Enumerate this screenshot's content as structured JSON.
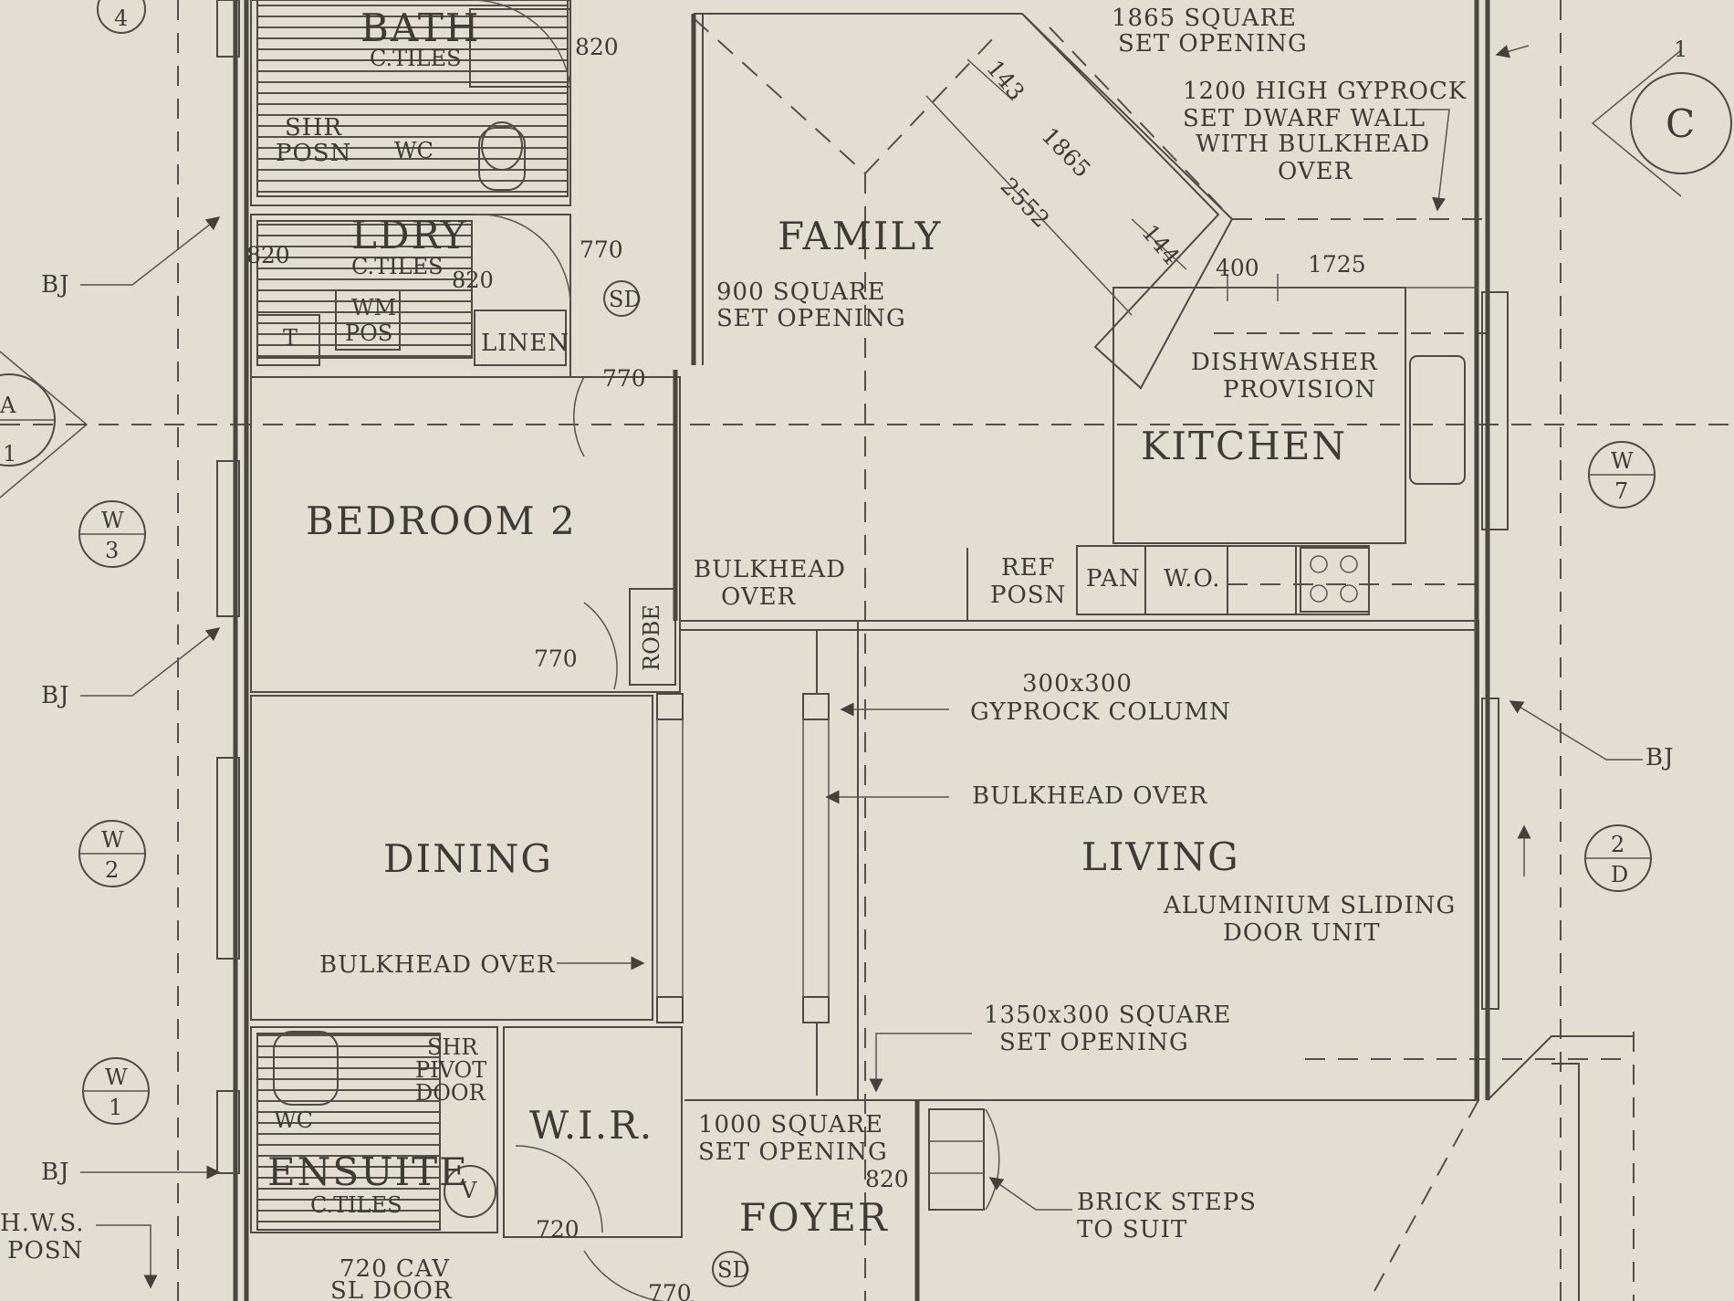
{
  "rooms": {
    "bath": "BATH",
    "bath_finish": "C.TILES",
    "laundry": "LDRY",
    "laundry_finish": "C.TILES",
    "bedroom2": "BEDROOM 2",
    "dining": "DINING",
    "family": "FAMILY",
    "kitchen": "KITCHEN",
    "living": "LIVING",
    "ensuite": "ENSUITE",
    "ensuite_finish": "C.TILES",
    "wir": "W.I.R.",
    "foyer": "FOYER"
  },
  "fixtures": {
    "shr_posn_1": "SHR",
    "shr_posn_2": "POSN",
    "wc_bath": "WC",
    "wm_pos_1": "WM",
    "wm_pos_2": "POS",
    "trough": "T",
    "linen": "LINEN",
    "robe": "ROBE",
    "dishwasher_1": "DISHWASHER",
    "dishwasher_2": "PROVISION",
    "ref_posn_1": "REF",
    "ref_posn_2": "POSN",
    "pantry": "PAN",
    "wall_oven": "W.O.",
    "shr_pivot_1": "SHR",
    "shr_pivot_2": "PIVOT",
    "shr_pivot_3": "DOOR",
    "wc_ensuite": "WC",
    "vanity": "V"
  },
  "notes": {
    "square_1865_1": "1865 SQUARE",
    "square_1865_2": "SET OPENING",
    "dwarf_wall_1": "1200 HIGH GYPROCK",
    "dwarf_wall_2": "SET DWARF WALL",
    "dwarf_wall_3": "WITH BULKHEAD",
    "dwarf_wall_4": "OVER",
    "square_900_1": "900 SQUARE",
    "square_900_2": "SET OPENING",
    "bulkhead_over_1": "BULKHEAD",
    "bulkhead_over_2": "OVER",
    "column_1": "300x300",
    "column_2": "GYPROCK COLUMN",
    "bulkhead_mid": "BULKHEAD OVER",
    "bulkhead_dining": "BULKHEAD OVER",
    "sliding_1": "ALUMINIUM SLIDING",
    "sliding_2": "DOOR UNIT",
    "square_1350_1": "1350x300 SQUARE",
    "square_1350_2": "SET OPENING",
    "square_1000_1": "1000 SQUARE",
    "square_1000_2": "SET OPENING",
    "steps_1": "BRICK STEPS",
    "steps_2": "TO SUIT",
    "hws_1": "H.W.S.",
    "hws_2": "POSN",
    "cav_1": "720 CAV",
    "cav_2": "SL DOOR",
    "bj_1": "BJ",
    "bj_2": "BJ",
    "bj_3": "BJ",
    "bj_right": "BJ",
    "sd_1": "SD",
    "sd_2": "SD"
  },
  "dimensions": {
    "d820_bath": "820",
    "d820_ldry": "820",
    "d820_b": "820",
    "d770_ldry": "770",
    "d770_hall": "770",
    "d770_bed": "770",
    "d770_foyer": "770",
    "d720_wir": "720",
    "d820_foyer": "820",
    "d143": "143",
    "d1865": "1865",
    "d2552": "2552",
    "d144": "144",
    "d400": "400",
    "d1725": "1725"
  },
  "section_markers": {
    "w3_top": "W",
    "w3_bot": "3",
    "w2_top": "W",
    "w2_bot": "2",
    "w1_top": "W",
    "w1_bot": "1",
    "w7_top": "W",
    "w7_bot": "7",
    "d2_top": "2",
    "d2_bot": "D",
    "top_left": "4",
    "a_top": "A",
    "a_bot": "1",
    "c_top": "1",
    "c_letter": "C"
  }
}
